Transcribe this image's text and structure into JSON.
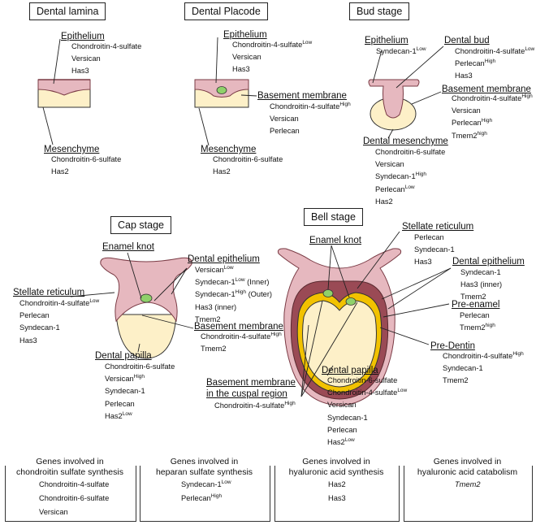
{
  "stages": {
    "dental_lamina": {
      "title": "Dental lamina",
      "epithelium": {
        "label": "Epithelium",
        "items": [
          {
            "name": "Chondroitin-4-sulfate",
            "sup": ""
          },
          {
            "name": "Versican",
            "sup": ""
          },
          {
            "name": "Has3",
            "sup": ""
          }
        ]
      },
      "mesenchyme": {
        "label": "Mesenchyme",
        "items": [
          {
            "name": "Chondroitin-6-sulfate",
            "sup": ""
          },
          {
            "name": "Has2",
            "sup": ""
          }
        ]
      }
    },
    "dental_placode": {
      "title": "Dental Placode",
      "epithelium": {
        "label": "Epithelium",
        "items": [
          {
            "name": "Chondroitin-4-sulfate",
            "sup": "Low"
          },
          {
            "name": "Versican",
            "sup": ""
          },
          {
            "name": "Has3",
            "sup": ""
          }
        ]
      },
      "basement_membrane": {
        "label": "Basement membrane",
        "items": [
          {
            "name": "Chondroitin-4-sulfate",
            "sup": "High"
          },
          {
            "name": "Versican",
            "sup": ""
          },
          {
            "name": "Perlecan",
            "sup": ""
          }
        ]
      },
      "mesenchyme": {
        "label": "Mesenchyme",
        "items": [
          {
            "name": "Chondroitin-6-sulfate",
            "sup": ""
          },
          {
            "name": "Has2",
            "sup": ""
          }
        ]
      }
    },
    "bud_stage": {
      "title": "Bud stage",
      "epithelium": {
        "label": "Epithelium",
        "items": [
          {
            "name": "Syndecan-1",
            "sup": "Low"
          }
        ]
      },
      "dental_bud": {
        "label": "Dental bud",
        "items": [
          {
            "name": "Chondroitin-4-sulfate",
            "sup": "Low"
          },
          {
            "name": "Perlecan",
            "sup": "High"
          },
          {
            "name": "Has3",
            "sup": ""
          }
        ]
      },
      "basement_membrane": {
        "label": "Basement membrane",
        "items": [
          {
            "name": "Chondroitin-4-sulfate",
            "sup": "High"
          },
          {
            "name": "Versican",
            "sup": ""
          },
          {
            "name": "Perlecan",
            "sup": "High"
          },
          {
            "name": "Tmem2",
            "sup": "high"
          }
        ]
      },
      "dental_mesenchyme": {
        "label": "Dental mesenchyme",
        "items": [
          {
            "name": "Chondroitin-6-sulfate",
            "sup": ""
          },
          {
            "name": "Versican",
            "sup": ""
          },
          {
            "name": "Syndecan-1",
            "sup": "High"
          },
          {
            "name": "Perlecan",
            "sup": "Low"
          },
          {
            "name": "Has2",
            "sup": ""
          }
        ]
      }
    },
    "cap_stage": {
      "title": "Cap stage",
      "enamel_knot": {
        "label": "Enamel knot"
      },
      "dental_epithelium": {
        "label": "Dental epithelium",
        "items": [
          {
            "name": "Versican",
            "sup": "Low"
          },
          {
            "name": "Syndecan-1",
            "sup": "Low",
            "suffix": " (Inner)"
          },
          {
            "name": "Syndecan-1",
            "sup": "High",
            "suffix": " (Outer)"
          },
          {
            "name": "Has3 (inner)",
            "sup": ""
          },
          {
            "name": "Tmem2",
            "sup": ""
          }
        ]
      },
      "stellate_reticulum": {
        "label": "Stellate reticulum",
        "items": [
          {
            "name": "Chondroitin-4-sulfate",
            "sup": "Low"
          },
          {
            "name": "Perlecan",
            "sup": ""
          },
          {
            "name": "Syndecan-1",
            "sup": ""
          },
          {
            "name": "Has3",
            "sup": ""
          }
        ]
      },
      "basement_membrane": {
        "label": "Basement membrane",
        "items": [
          {
            "name": "Chondroitin-4-sulfate",
            "sup": "High"
          },
          {
            "name": "Tmem2",
            "sup": ""
          }
        ]
      },
      "dental_papilla": {
        "label": "Dental papilla",
        "items": [
          {
            "name": "Chondroitin-6-sulfate",
            "sup": ""
          },
          {
            "name": "Versican",
            "sup": "High"
          },
          {
            "name": "Syndecan-1",
            "sup": ""
          },
          {
            "name": "Perlecan",
            "sup": ""
          },
          {
            "name": "Has2",
            "sup": "Low"
          }
        ]
      }
    },
    "bell_stage": {
      "title": "Bell stage",
      "enamel_knot": {
        "label": "Enamel knot"
      },
      "stellate_reticulum": {
        "label": "Stellate reticulum",
        "items": [
          {
            "name": "Perlecan",
            "sup": ""
          },
          {
            "name": "Syndecan-1",
            "sup": ""
          },
          {
            "name": "Has3",
            "sup": ""
          }
        ]
      },
      "dental_epithelium": {
        "label": "Dental epithelium",
        "items": [
          {
            "name": "Syndecan-1",
            "sup": ""
          },
          {
            "name": "Has3 (inner)",
            "sup": ""
          },
          {
            "name": "Tmem2",
            "sup": ""
          }
        ]
      },
      "pre_enamel": {
        "label": "Pre-enamel",
        "items": [
          {
            "name": "Perlecan",
            "sup": ""
          },
          {
            "name": "Tmem2",
            "sup": "high"
          }
        ]
      },
      "pre_dentin": {
        "label": "Pre-Dentin",
        "items": [
          {
            "name": "Chondroitin-4-sulfate",
            "sup": "High"
          },
          {
            "name": "Syndecan-1",
            "sup": ""
          },
          {
            "name": "Tmem2",
            "sup": ""
          }
        ]
      },
      "dental_papilla": {
        "label": "Dental papilla",
        "items": [
          {
            "name": "Chondroitin-6-sulfate",
            "sup": ""
          },
          {
            "name": "Chondroitin-4-sulfate",
            "sup": "Low"
          },
          {
            "name": "Versican",
            "sup": ""
          },
          {
            "name": "Syndecan-1",
            "sup": ""
          },
          {
            "name": "Perlecan",
            "sup": ""
          },
          {
            "name": "Has2",
            "sup": "Low"
          }
        ]
      },
      "basement_membrane_cuspal": {
        "label_line1": "Basement membrane",
        "label_line2": "in the cuspal region",
        "items": [
          {
            "name": "Chondroitin-4-sulfate",
            "sup": "High"
          }
        ]
      }
    }
  },
  "gene_groups": [
    {
      "title_line1": "Genes involved in",
      "title_line2": "chondroitin sulfate synthesis",
      "items": [
        {
          "name": "Chondroitin-4-sulfate",
          "sup": ""
        },
        {
          "name": "Chondroitin-6-sulfate",
          "sup": ""
        },
        {
          "name": "Versican",
          "sup": ""
        }
      ]
    },
    {
      "title_line1": "Genes involved in",
      "title_line2": "heparan sulfate synthesis",
      "items": [
        {
          "name": "Syndecan-1",
          "sup": "Low"
        },
        {
          "name": "Perlecan",
          "sup": "High"
        }
      ]
    },
    {
      "title_line1": "Genes involved in",
      "title_line2": "hyaluronic acid synthesis",
      "items": [
        {
          "name": "Has2",
          "sup": ""
        },
        {
          "name": "Has3",
          "sup": ""
        }
      ]
    },
    {
      "title_line1": "Genes involved in",
      "title_line2": "hyaluronic acid catabolism",
      "items": [
        {
          "name": "Tmem2",
          "sup": "",
          "italic": true
        }
      ]
    }
  ],
  "colors": {
    "epithelium": "#e6b8bf",
    "epithelium_stroke": "#7a3b45",
    "mesenchyme": "#fdf0c8",
    "enamel_knot": "#8fd16a",
    "dark_layer": "#9a4a55",
    "pre_enamel": "#f2c200"
  }
}
